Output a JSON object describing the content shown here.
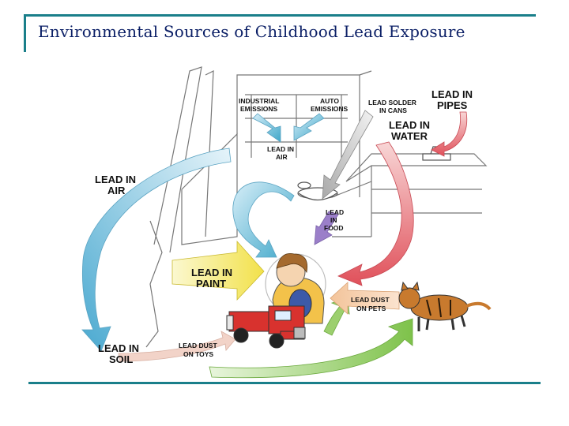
{
  "title": "Environmental Sources of Childhood Lead Exposure",
  "labels": {
    "lead_in_air_big_1": "LEAD IN",
    "lead_in_air_big_2": "AIR",
    "industrial_1": "INDUSTRIAL",
    "industrial_2": "EMISSIONS",
    "auto_1": "AUTO",
    "auto_2": "EMISSIONS",
    "solder_1": "LEAD SOLDER",
    "solder_2": "IN CANS",
    "pipes_1": "LEAD IN",
    "pipes_2": "PIPES",
    "water_1": "LEAD IN",
    "water_2": "WATER",
    "air_small_1": "LEAD IN",
    "air_small_2": "AIR",
    "food_1": "LEAD",
    "food_2": "IN",
    "food_3": "FOOD",
    "paint_1": "LEAD IN",
    "paint_2": "PAINT",
    "pets_1": "LEAD DUST",
    "pets_2": "ON PETS",
    "soil_1": "LEAD IN",
    "soil_2": "SOIL",
    "toys_1": "LEAD DUST",
    "toys_2": "ON TOYS"
  },
  "colors": {
    "accent_rule": "#1a7f8a",
    "title_text": "#0b1f66",
    "arrow_blue": "#3fa7c9",
    "arrow_red": "#e0505a",
    "arrow_yellow": "#f2e14a",
    "arrow_green": "#7ec24a",
    "arrow_purple": "#9b7fc9",
    "arrow_orange": "#f0b27a"
  }
}
